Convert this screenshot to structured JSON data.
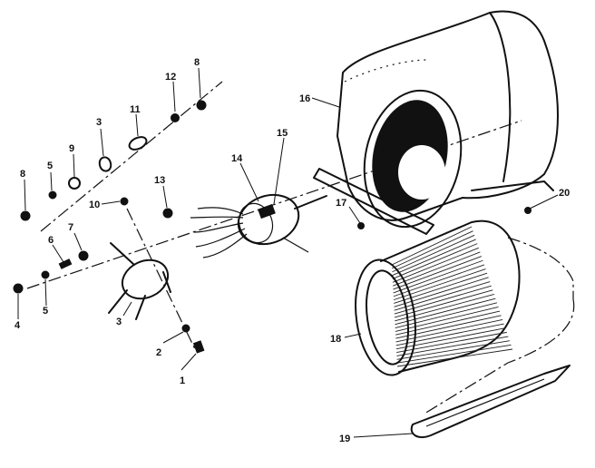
{
  "diagram": {
    "labels": [
      {
        "key": "p1",
        "text": "1"
      },
      {
        "key": "p2",
        "text": "2"
      },
      {
        "key": "p3a",
        "text": "3"
      },
      {
        "key": "p3b",
        "text": "3"
      },
      {
        "key": "p4",
        "text": "4"
      },
      {
        "key": "p5a",
        "text": "5"
      },
      {
        "key": "p5b",
        "text": "5"
      },
      {
        "key": "p6",
        "text": "6"
      },
      {
        "key": "p7",
        "text": "7"
      },
      {
        "key": "p8a",
        "text": "8"
      },
      {
        "key": "p8b",
        "text": "8"
      },
      {
        "key": "p9",
        "text": "9"
      },
      {
        "key": "p10",
        "text": "10"
      },
      {
        "key": "p11",
        "text": "11"
      },
      {
        "key": "p12",
        "text": "12"
      },
      {
        "key": "p13",
        "text": "13"
      },
      {
        "key": "p14",
        "text": "14"
      },
      {
        "key": "p15",
        "text": "15"
      },
      {
        "key": "p16",
        "text": "16"
      },
      {
        "key": "p17",
        "text": "17"
      },
      {
        "key": "p18",
        "text": "18"
      },
      {
        "key": "p19",
        "text": "19"
      },
      {
        "key": "p20",
        "text": "20"
      }
    ]
  }
}
